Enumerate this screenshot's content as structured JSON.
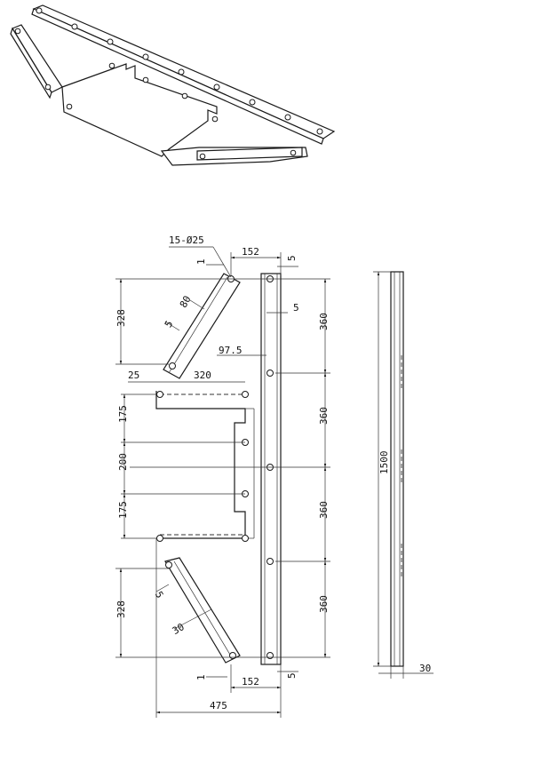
{
  "drawing": {
    "hole_callout": "15-Ø25",
    "dims": {
      "top_width": "152",
      "top_thickness": "5",
      "top_offset": "1",
      "side_thickness_right": "5",
      "upper_diag_height": "328",
      "upper_angle_label": "80",
      "upper_small": "5",
      "offset_97_5": "97.5",
      "left_25": "25",
      "span_320": "320",
      "spacing_360_a": "360",
      "spacing_360_b": "360",
      "spacing_360_c": "360",
      "spacing_360_d": "360",
      "left_175_a": "175",
      "left_200": "200",
      "left_175_b": "175",
      "total_length": "1500",
      "lower_diag_height": "328",
      "lower_small": "5",
      "lower_30": "30",
      "bottom_offset": "1",
      "bottom_width": "152",
      "bottom_thickness": "5",
      "overall_width": "475",
      "side_width": "30"
    }
  }
}
